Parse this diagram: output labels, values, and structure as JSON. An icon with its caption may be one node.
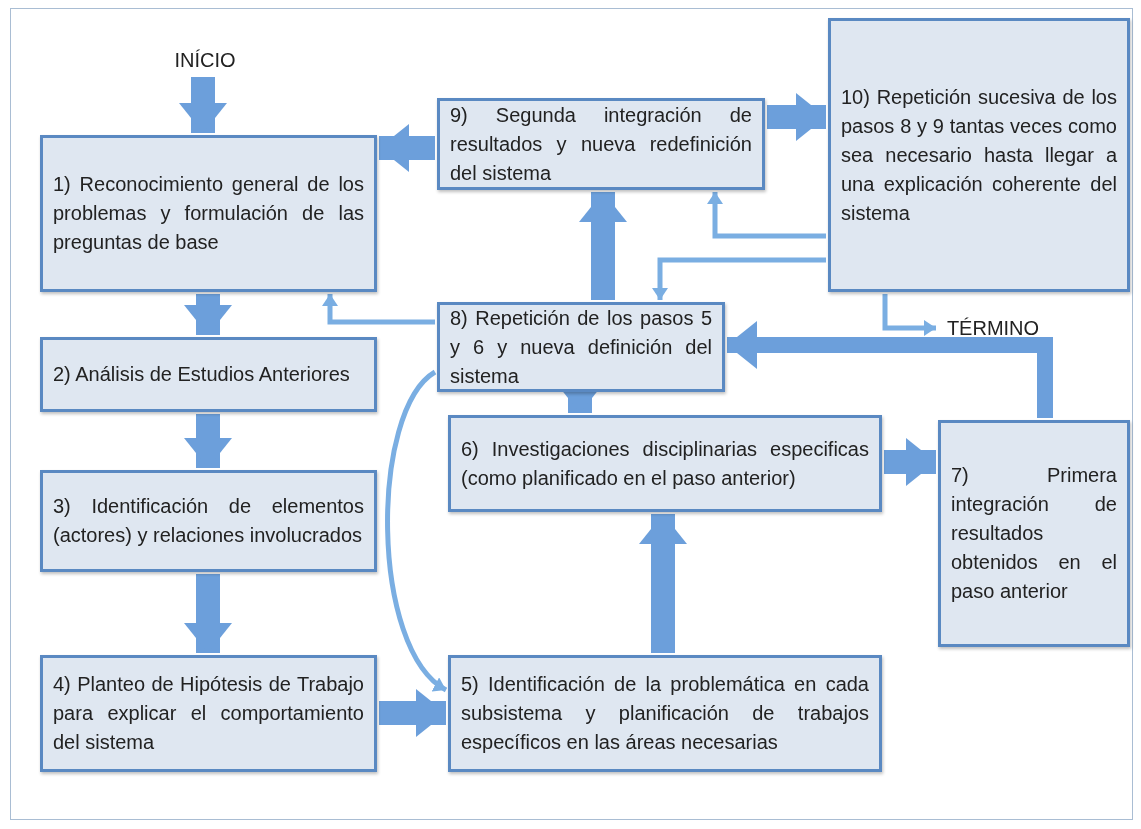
{
  "diagram": {
    "nodes": [
      {
        "text": [
          "INÍCIO"
        ]
      },
      {
        "text": [
          "1) Reconocimiento general de los problemas y formulación de las preguntas de base"
        ]
      },
      {
        "text": [
          "9) Segunda integración de resultados y nueva redefinición del sistema"
        ]
      },
      {
        "text": [
          "10) Repetición sucesiva de los pasos 8 y 9 tantas veces como sea necesario hasta llegar a una explicación coherente del sistema"
        ]
      },
      {
        "text": [
          "TÉRMINO"
        ]
      },
      {
        "text": [
          "8) Repetición de los pasos 5 y 6 y nueva definición del sistema"
        ]
      },
      {
        "text": [
          "2) Análisis de Estudios Anteriores"
        ]
      },
      {
        "text": [
          "3) Identificación de elementos (actores) y relaciones involucrados"
        ]
      },
      {
        "text": [
          "6) Investigaciones disciplinarias especificas (como planificado en el paso anterior)"
        ]
      },
      {
        "text": [
          "7) Primera integración de resultados obtenidos en el paso anterior"
        ]
      },
      {
        "text": [
          "4) Planteo de Hipótesis de Trabajo para explicar el comportamiento del sistema"
        ]
      },
      {
        "text": [
          "5) Identificación de la problemática en cada subsistema y planificación de trabajos específicos en las áreas necesarias"
        ]
      }
    ],
    "edges": [
      {
        "from": 0,
        "to": 1,
        "arrow": "to"
      },
      {
        "from": 1,
        "to": 6,
        "arrow": "to"
      },
      {
        "from": 6,
        "to": 7,
        "arrow": "to"
      },
      {
        "from": 7,
        "to": 10,
        "arrow": "to"
      },
      {
        "from": 10,
        "to": 11,
        "arrow": "to"
      },
      {
        "from": 11,
        "to": 8,
        "arrow": "to"
      },
      {
        "from": 8,
        "to": 9,
        "arrow": "to"
      },
      {
        "from": 9,
        "to": 5,
        "arrow": "to"
      },
      {
        "from": 5,
        "to": 8,
        "arrow": "to"
      },
      {
        "from": 5,
        "to": 2,
        "arrow": "to"
      },
      {
        "from": 2,
        "to": 1,
        "arrow": "to"
      },
      {
        "from": 2,
        "to": 3,
        "arrow": "to"
      },
      {
        "from": 3,
        "to": 2,
        "arrow": "to"
      },
      {
        "from": 3,
        "to": 5,
        "arrow": "to"
      },
      {
        "from": 3,
        "to": 4,
        "arrow": "to"
      },
      {
        "from": 5,
        "to": 1,
        "arrow": "to"
      },
      {
        "from": 5,
        "to": 11,
        "arrow": "to"
      }
    ]
  }
}
